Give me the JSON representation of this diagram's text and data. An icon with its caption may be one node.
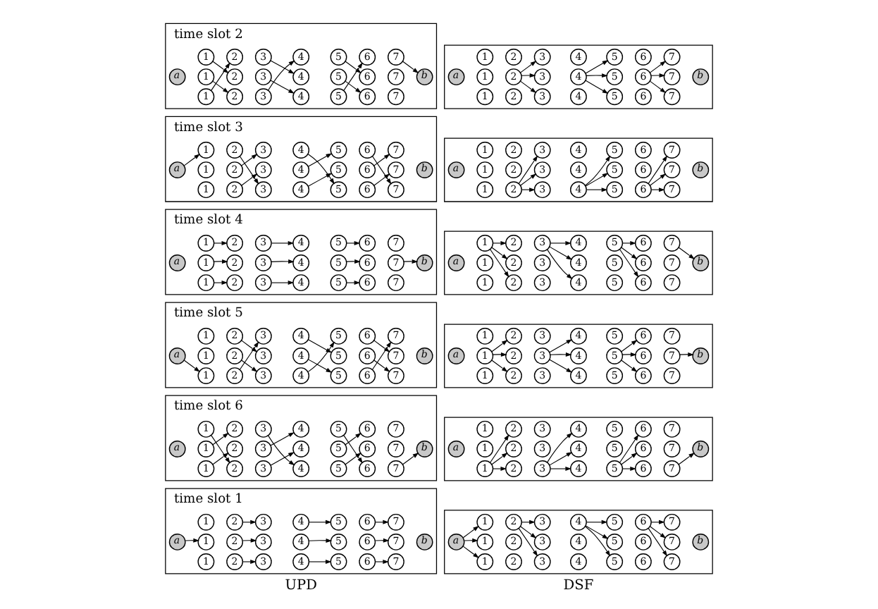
{
  "diagram": {
    "nodes": [
      {
        "text": [],
        "shape": "box",
        "beside": [
          "time slot 1"
        ]
      },
      {
        "text": [
          "a"
        ],
        "in": 0
      },
      {
        "text": [
          "1"
        ],
        "in": 0
      },
      {
        "text": [
          "2"
        ],
        "in": 0
      },
      {
        "text": [
          "3"
        ],
        "in": 0
      },
      {
        "text": [
          "4"
        ],
        "in": 0
      },
      {
        "text": [
          "5"
        ],
        "in": 0
      },
      {
        "text": [
          "6"
        ],
        "in": 0
      },
      {
        "text": [
          "7"
        ],
        "in": 0
      },
      {
        "text": [
          "1"
        ],
        "in": 0
      },
      {
        "text": [
          "2"
        ],
        "in": 0
      },
      {
        "text": [
          "3"
        ],
        "in": 0
      },
      {
        "text": [
          "4"
        ],
        "in": 0
      },
      {
        "text": [
          "5"
        ],
        "in": 0
      },
      {
        "text": [
          "6"
        ],
        "in": 0
      },
      {
        "text": [
          "7"
        ],
        "in": 0
      },
      {
        "text": [
          "1"
        ],
        "in": 0
      },
      {
        "text": [
          "2"
        ],
        "in": 0
      },
      {
        "text": [
          "3"
        ],
        "in": 0
      },
      {
        "text": [
          "4"
        ],
        "in": 0
      },
      {
        "text": [
          "5"
        ],
        "in": 0
      },
      {
        "text": [
          "6"
        ],
        "in": 0
      },
      {
        "text": [
          "7"
        ],
        "in": 0
      },
      {
        "text": [
          "b"
        ],
        "in": 0
      },
      {
        "text": [],
        "shape": "box"
      },
      {
        "text": [
          "a"
        ],
        "in": 24
      },
      {
        "text": [
          "1"
        ],
        "in": 24
      },
      {
        "text": [
          "2"
        ],
        "in": 24
      },
      {
        "text": [
          "3"
        ],
        "in": 24
      },
      {
        "text": [
          "4"
        ],
        "in": 24
      },
      {
        "text": [
          "5"
        ],
        "in": 24
      },
      {
        "text": [
          "6"
        ],
        "in": 24
      },
      {
        "text": [
          "7"
        ],
        "in": 24
      },
      {
        "text": [
          "1"
        ],
        "in": 24
      },
      {
        "text": [
          "2"
        ],
        "in": 24
      },
      {
        "text": [
          "3"
        ],
        "in": 24
      },
      {
        "text": [
          "4"
        ],
        "in": 24
      },
      {
        "text": [
          "5"
        ],
        "in": 24
      },
      {
        "text": [
          "6"
        ],
        "in": 24
      },
      {
        "text": [
          "7"
        ],
        "in": 24
      },
      {
        "text": [
          "1"
        ],
        "in": 24
      },
      {
        "text": [
          "2"
        ],
        "in": 24
      },
      {
        "text": [
          "3"
        ],
        "in": 24
      },
      {
        "text": [
          "4"
        ],
        "in": 24
      },
      {
        "text": [
          "5"
        ],
        "in": 24
      },
      {
        "text": [
          "6"
        ],
        "in": 24
      },
      {
        "text": [
          "7"
        ],
        "in": 24
      },
      {
        "text": [
          "b"
        ],
        "in": 24
      },
      {
        "text": [],
        "shape": "box",
        "beside": [
          "time slot 2"
        ]
      },
      {
        "text": [
          "a"
        ],
        "in": 48
      },
      {
        "text": [
          "1"
        ],
        "in": 48
      },
      {
        "text": [
          "2"
        ],
        "in": 48
      },
      {
        "text": [
          "3"
        ],
        "in": 48
      },
      {
        "text": [
          "4"
        ],
        "in": 48
      },
      {
        "text": [
          "5"
        ],
        "in": 48
      },
      {
        "text": [
          "6"
        ],
        "in": 48
      },
      {
        "text": [
          "7"
        ],
        "in": 48
      },
      {
        "text": [
          "1"
        ],
        "in": 48
      },
      {
        "text": [
          "2"
        ],
        "in": 48
      },
      {
        "text": [
          "3"
        ],
        "in": 48
      },
      {
        "text": [
          "4"
        ],
        "in": 48
      },
      {
        "text": [
          "5"
        ],
        "in": 48
      },
      {
        "text": [
          "6"
        ],
        "in": 48
      },
      {
        "text": [
          "7"
        ],
        "in": 48
      },
      {
        "text": [
          "1"
        ],
        "in": 48
      },
      {
        "text": [
          "2"
        ],
        "in": 48
      },
      {
        "text": [
          "3"
        ],
        "in": 48
      },
      {
        "text": [
          "4"
        ],
        "in": 48
      },
      {
        "text": [
          "5"
        ],
        "in": 48
      },
      {
        "text": [
          "6"
        ],
        "in": 48
      },
      {
        "text": [
          "7"
        ],
        "in": 48
      },
      {
        "text": [
          "b"
        ],
        "in": 48
      },
      {
        "text": [],
        "shape": "box"
      },
      {
        "text": [
          "a"
        ],
        "in": 72
      },
      {
        "text": [
          "1"
        ],
        "in": 72
      },
      {
        "text": [
          "2"
        ],
        "in": 72
      },
      {
        "text": [
          "3"
        ],
        "in": 72
      },
      {
        "text": [
          "4"
        ],
        "in": 72
      },
      {
        "text": [
          "5"
        ],
        "in": 72
      },
      {
        "text": [
          "6"
        ],
        "in": 72
      },
      {
        "text": [
          "7"
        ],
        "in": 72
      },
      {
        "text": [
          "1"
        ],
        "in": 72
      },
      {
        "text": [
          "2"
        ],
        "in": 72
      },
      {
        "text": [
          "3"
        ],
        "in": 72
      },
      {
        "text": [
          "4"
        ],
        "in": 72
      },
      {
        "text": [
          "5"
        ],
        "in": 72
      },
      {
        "text": [
          "6"
        ],
        "in": 72
      },
      {
        "text": [
          "7"
        ],
        "in": 72
      },
      {
        "text": [
          "1"
        ],
        "in": 72
      },
      {
        "text": [
          "2"
        ],
        "in": 72
      },
      {
        "text": [
          "3"
        ],
        "in": 72
      },
      {
        "text": [
          "4"
        ],
        "in": 72
      },
      {
        "text": [
          "5"
        ],
        "in": 72
      },
      {
        "text": [
          "6"
        ],
        "in": 72
      },
      {
        "text": [
          "7"
        ],
        "in": 72
      },
      {
        "text": [
          "b"
        ],
        "in": 72
      },
      {
        "text": [],
        "shape": "box",
        "beside": [
          "time slot 3"
        ]
      },
      {
        "text": [
          "a"
        ],
        "in": 96
      },
      {
        "text": [
          "1"
        ],
        "in": 96
      },
      {
        "text": [
          "2"
        ],
        "in": 96
      },
      {
        "text": [
          "3"
        ],
        "in": 96
      },
      {
        "text": [
          "4"
        ],
        "in": 96
      },
      {
        "text": [
          "5"
        ],
        "in": 96
      },
      {
        "text": [
          "6"
        ],
        "in": 96
      },
      {
        "text": [
          "7"
        ],
        "in": 96
      },
      {
        "text": [
          "1"
        ],
        "in": 96
      },
      {
        "text": [
          "2"
        ],
        "in": 96
      },
      {
        "text": [
          "3"
        ],
        "in": 96
      },
      {
        "text": [
          "4"
        ],
        "in": 96
      },
      {
        "text": [
          "5"
        ],
        "in": 96
      },
      {
        "text": [
          "6"
        ],
        "in": 96
      },
      {
        "text": [
          "7"
        ],
        "in": 96
      },
      {
        "text": [
          "1"
        ],
        "in": 96
      },
      {
        "text": [
          "2"
        ],
        "in": 96
      },
      {
        "text": [
          "3"
        ],
        "in": 96
      },
      {
        "text": [
          "4"
        ],
        "in": 96
      },
      {
        "text": [
          "5"
        ],
        "in": 96
      },
      {
        "text": [
          "6"
        ],
        "in": 96
      },
      {
        "text": [
          "7"
        ],
        "in": 96
      },
      {
        "text": [
          "b"
        ],
        "in": 96
      },
      {
        "text": [],
        "shape": "box"
      },
      {
        "text": [
          "a"
        ],
        "in": 120
      },
      {
        "text": [
          "1"
        ],
        "in": 120
      },
      {
        "text": [
          "2"
        ],
        "in": 120
      },
      {
        "text": [
          "3"
        ],
        "in": 120
      },
      {
        "text": [
          "4"
        ],
        "in": 120
      },
      {
        "text": [
          "5"
        ],
        "in": 120
      },
      {
        "text": [
          "6"
        ],
        "in": 120
      },
      {
        "text": [
          "7"
        ],
        "in": 120
      },
      {
        "text": [
          "1"
        ],
        "in": 120
      },
      {
        "text": [
          "2"
        ],
        "in": 120
      },
      {
        "text": [
          "3"
        ],
        "in": 120
      },
      {
        "text": [
          "4"
        ],
        "in": 120
      },
      {
        "text": [
          "5"
        ],
        "in": 120
      },
      {
        "text": [
          "6"
        ],
        "in": 120
      },
      {
        "text": [
          "7"
        ],
        "in": 120
      },
      {
        "text": [
          "1"
        ],
        "in": 120
      },
      {
        "text": [
          "2"
        ],
        "in": 120
      },
      {
        "text": [
          "3"
        ],
        "in": 120
      },
      {
        "text": [
          "4"
        ],
        "in": 120
      },
      {
        "text": [
          "5"
        ],
        "in": 120
      },
      {
        "text": [
          "6"
        ],
        "in": 120
      },
      {
        "text": [
          "7"
        ],
        "in": 120
      },
      {
        "text": [
          "b"
        ],
        "in": 120
      },
      {
        "text": [],
        "shape": "box",
        "beside": [
          "time slot 4"
        ]
      },
      {
        "text": [
          "a"
        ],
        "in": 144
      },
      {
        "text": [
          "1"
        ],
        "in": 144
      },
      {
        "text": [
          "2"
        ],
        "in": 144
      },
      {
        "text": [
          "3"
        ],
        "in": 144
      },
      {
        "text": [
          "4"
        ],
        "in": 144
      },
      {
        "text": [
          "5"
        ],
        "in": 144
      },
      {
        "text": [
          "6"
        ],
        "in": 144
      },
      {
        "text": [
          "7"
        ],
        "in": 144
      },
      {
        "text": [
          "1"
        ],
        "in": 144
      },
      {
        "text": [
          "2"
        ],
        "in": 144
      },
      {
        "text": [
          "3"
        ],
        "in": 144
      },
      {
        "text": [
          "4"
        ],
        "in": 144
      },
      {
        "text": [
          "5"
        ],
        "in": 144
      },
      {
        "text": [
          "6"
        ],
        "in": 144
      },
      {
        "text": [
          "7"
        ],
        "in": 144
      },
      {
        "text": [
          "1"
        ],
        "in": 144
      },
      {
        "text": [
          "2"
        ],
        "in": 144
      },
      {
        "text": [
          "3"
        ],
        "in": 144
      },
      {
        "text": [
          "4"
        ],
        "in": 144
      },
      {
        "text": [
          "5"
        ],
        "in": 144
      },
      {
        "text": [
          "6"
        ],
        "in": 144
      },
      {
        "text": [
          "7"
        ],
        "in": 144
      },
      {
        "text": [
          "b"
        ],
        "in": 144
      },
      {
        "text": [],
        "shape": "box"
      },
      {
        "text": [
          "a"
        ],
        "in": 168
      },
      {
        "text": [
          "1"
        ],
        "in": 168
      },
      {
        "text": [
          "2"
        ],
        "in": 168
      },
      {
        "text": [
          "3"
        ],
        "in": 168
      },
      {
        "text": [
          "4"
        ],
        "in": 168
      },
      {
        "text": [
          "5"
        ],
        "in": 168
      },
      {
        "text": [
          "6"
        ],
        "in": 168
      },
      {
        "text": [
          "7"
        ],
        "in": 168
      },
      {
        "text": [
          "1"
        ],
        "in": 168
      },
      {
        "text": [
          "2"
        ],
        "in": 168
      },
      {
        "text": [
          "3"
        ],
        "in": 168
      },
      {
        "text": [
          "4"
        ],
        "in": 168
      },
      {
        "text": [
          "5"
        ],
        "in": 168
      },
      {
        "text": [
          "6"
        ],
        "in": 168
      },
      {
        "text": [
          "7"
        ],
        "in": 168
      },
      {
        "text": [
          "1"
        ],
        "in": 168
      },
      {
        "text": [
          "2"
        ],
        "in": 168
      },
      {
        "text": [
          "3"
        ],
        "in": 168
      },
      {
        "text": [
          "4"
        ],
        "in": 168
      },
      {
        "text": [
          "5"
        ],
        "in": 168
      },
      {
        "text": [
          "6"
        ],
        "in": 168
      },
      {
        "text": [
          "7"
        ],
        "in": 168
      },
      {
        "text": [
          "b"
        ],
        "in": 168
      },
      {
        "text": [],
        "shape": "box",
        "beside": [
          "time slot 5"
        ]
      },
      {
        "text": [
          "a"
        ],
        "in": 192
      },
      {
        "text": [
          "1"
        ],
        "in": 192
      },
      {
        "text": [
          "2"
        ],
        "in": 192
      },
      {
        "text": [
          "3"
        ],
        "in": 192
      },
      {
        "text": [
          "4"
        ],
        "in": 192
      },
      {
        "text": [
          "5"
        ],
        "in": 192
      },
      {
        "text": [
          "6"
        ],
        "in": 192
      },
      {
        "text": [
          "7"
        ],
        "in": 192
      },
      {
        "text": [
          "1"
        ],
        "in": 192
      },
      {
        "text": [
          "2"
        ],
        "in": 192
      },
      {
        "text": [
          "3"
        ],
        "in": 192
      },
      {
        "text": [
          "4"
        ],
        "in": 192
      },
      {
        "text": [
          "5"
        ],
        "in": 192
      },
      {
        "text": [
          "6"
        ],
        "in": 192
      },
      {
        "text": [
          "7"
        ],
        "in": 192
      },
      {
        "text": [
          "1"
        ],
        "in": 192
      },
      {
        "text": [
          "2"
        ],
        "in": 192
      },
      {
        "text": [
          "3"
        ],
        "in": 192
      },
      {
        "text": [
          "4"
        ],
        "in": 192
      },
      {
        "text": [
          "5"
        ],
        "in": 192
      },
      {
        "text": [
          "6"
        ],
        "in": 192
      },
      {
        "text": [
          "7"
        ],
        "in": 192
      },
      {
        "text": [
          "b"
        ],
        "in": 192
      },
      {
        "text": [],
        "shape": "box"
      },
      {
        "text": [
          "a"
        ],
        "in": 216
      },
      {
        "text": [
          "1"
        ],
        "in": 216
      },
      {
        "text": [
          "2"
        ],
        "in": 216
      },
      {
        "text": [
          "3"
        ],
        "in": 216
      },
      {
        "text": [
          "4"
        ],
        "in": 216
      },
      {
        "text": [
          "5"
        ],
        "in": 216
      },
      {
        "text": [
          "6"
        ],
        "in": 216
      },
      {
        "text": [
          "7"
        ],
        "in": 216
      },
      {
        "text": [
          "1"
        ],
        "in": 216
      },
      {
        "text": [
          "2"
        ],
        "in": 216
      },
      {
        "text": [
          "3"
        ],
        "in": 216
      },
      {
        "text": [
          "4"
        ],
        "in": 216
      },
      {
        "text": [
          "5"
        ],
        "in": 216
      },
      {
        "text": [
          "6"
        ],
        "in": 216
      },
      {
        "text": [
          "7"
        ],
        "in": 216
      },
      {
        "text": [
          "1"
        ],
        "in": 216
      },
      {
        "text": [
          "2"
        ],
        "in": 216
      },
      {
        "text": [
          "3"
        ],
        "in": 216
      },
      {
        "text": [
          "4"
        ],
        "in": 216
      },
      {
        "text": [
          "5"
        ],
        "in": 216
      },
      {
        "text": [
          "6"
        ],
        "in": 216
      },
      {
        "text": [
          "7"
        ],
        "in": 216
      },
      {
        "text": [
          "b"
        ],
        "in": 216
      },
      {
        "text": [],
        "shape": "box",
        "beside": [
          "time slot 6"
        ]
      },
      {
        "text": [
          "a"
        ],
        "in": 240
      },
      {
        "text": [
          "1"
        ],
        "in": 240
      },
      {
        "text": [
          "2"
        ],
        "in": 240
      },
      {
        "text": [
          "3"
        ],
        "in": 240
      },
      {
        "text": [
          "4"
        ],
        "in": 240
      },
      {
        "text": [
          "5"
        ],
        "in": 240
      },
      {
        "text": [
          "6"
        ],
        "in": 240
      },
      {
        "text": [
          "7"
        ],
        "in": 240
      },
      {
        "text": [
          "1"
        ],
        "in": 240
      },
      {
        "text": [
          "2"
        ],
        "in": 240
      },
      {
        "text": [
          "3"
        ],
        "in": 240
      },
      {
        "text": [
          "4"
        ],
        "in": 240
      },
      {
        "text": [
          "5"
        ],
        "in": 240
      },
      {
        "text": [
          "6"
        ],
        "in": 240
      },
      {
        "text": [
          "7"
        ],
        "in": 240
      },
      {
        "text": [
          "1"
        ],
        "in": 240
      },
      {
        "text": [
          "2"
        ],
        "in": 240
      },
      {
        "text": [
          "3"
        ],
        "in": 240
      },
      {
        "text": [
          "4"
        ],
        "in": 240
      },
      {
        "text": [
          "5"
        ],
        "in": 240
      },
      {
        "text": [
          "6"
        ],
        "in": 240
      },
      {
        "text": [
          "7"
        ],
        "in": 240
      },
      {
        "text": [
          "b"
        ],
        "in": 240
      },
      {
        "text": [],
        "shape": "box"
      },
      {
        "text": [
          "a"
        ],
        "in": 264
      },
      {
        "text": [
          "1"
        ],
        "in": 264
      },
      {
        "text": [
          "2"
        ],
        "in": 264
      },
      {
        "text": [
          "3"
        ],
        "in": 264
      },
      {
        "text": [
          "4"
        ],
        "in": 264
      },
      {
        "text": [
          "5"
        ],
        "in": 264
      },
      {
        "text": [
          "6"
        ],
        "in": 264
      },
      {
        "text": [
          "7"
        ],
        "in": 264
      },
      {
        "text": [
          "1"
        ],
        "in": 264
      },
      {
        "text": [
          "2"
        ],
        "in": 264
      },
      {
        "text": [
          "3"
        ],
        "in": 264
      },
      {
        "text": [
          "4"
        ],
        "in": 264
      },
      {
        "text": [
          "5"
        ],
        "in": 264
      },
      {
        "text": [
          "6"
        ],
        "in": 264
      },
      {
        "text": [
          "7"
        ],
        "in": 264
      },
      {
        "text": [
          "1"
        ],
        "in": 264
      },
      {
        "text": [
          "2"
        ],
        "in": 264
      },
      {
        "text": [
          "3"
        ],
        "in": 264
      },
      {
        "text": [
          "4"
        ],
        "in": 264
      },
      {
        "text": [
          "5"
        ],
        "in": 264
      },
      {
        "text": [
          "6"
        ],
        "in": 264
      },
      {
        "text": [
          "7"
        ],
        "in": 264
      },
      {
        "text": [
          "b"
        ],
        "in": 264
      }
    ],
    "edges": [
      {
        "from": 1,
        "to": 9,
        "arrow": "to"
      },
      {
        "from": 3,
        "to": 4,
        "arrow": "to"
      },
      {
        "from": 10,
        "to": 11,
        "arrow": "to"
      },
      {
        "from": 17,
        "to": 18,
        "arrow": "to"
      },
      {
        "from": 5,
        "to": 6,
        "arrow": "to"
      },
      {
        "from": 12,
        "to": 13,
        "arrow": "to"
      },
      {
        "from": 19,
        "to": 20,
        "arrow": "to"
      },
      {
        "from": 7,
        "to": 8,
        "arrow": "to"
      },
      {
        "from": 14,
        "to": 15,
        "arrow": "to"
      },
      {
        "from": 21,
        "to": 22,
        "arrow": "to"
      },
      {
        "from": 25,
        "to": 26,
        "arrow": "to"
      },
      {
        "from": 25,
        "to": 33,
        "arrow": "to"
      },
      {
        "from": 25,
        "to": 40,
        "arrow": "to"
      },
      {
        "from": 41,
        "to": 28,
        "arrow": "to"
      },
      {
        "from": 41,
        "to": 35,
        "arrow": "to"
      },
      {
        "from": 41,
        "to": 42,
        "arrow": "to"
      },
      {
        "from": 43,
        "to": 30,
        "arrow": "to"
      },
      {
        "from": 43,
        "to": 37,
        "arrow": "to"
      },
      {
        "from": 43,
        "to": 44,
        "arrow": "to"
      },
      {
        "from": 45,
        "to": 32,
        "arrow": "to"
      },
      {
        "from": 45,
        "to": 39,
        "arrow": "to"
      },
      {
        "from": 45,
        "to": 46,
        "arrow": "to"
      },
      {
        "from": 50,
        "to": 65,
        "arrow": "to"
      },
      {
        "from": 57,
        "to": 51,
        "arrow": "to"
      },
      {
        "from": 64,
        "to": 58,
        "arrow": "to"
      },
      {
        "from": 52,
        "to": 67,
        "arrow": "to"
      },
      {
        "from": 59,
        "to": 53,
        "arrow": "to"
      },
      {
        "from": 66,
        "to": 60,
        "arrow": "to"
      },
      {
        "from": 54,
        "to": 69,
        "arrow": "to"
      },
      {
        "from": 61,
        "to": 55,
        "arrow": "to"
      },
      {
        "from": 68,
        "to": 62,
        "arrow": "to"
      },
      {
        "from": 70,
        "to": 71,
        "arrow": "to"
      },
      {
        "from": 82,
        "to": 76,
        "arrow": "to"
      },
      {
        "from": 82,
        "to": 83,
        "arrow": "to"
      },
      {
        "from": 82,
        "to": 90,
        "arrow": "to"
      },
      {
        "from": 84,
        "to": 78,
        "arrow": "to"
      },
      {
        "from": 84,
        "to": 85,
        "arrow": "to"
      },
      {
        "from": 84,
        "to": 92,
        "arrow": "to"
      },
      {
        "from": 86,
        "to": 80,
        "arrow": "to"
      },
      {
        "from": 86,
        "to": 87,
        "arrow": "to"
      },
      {
        "from": 86,
        "to": 94,
        "arrow": "to"
      },
      {
        "from": 97,
        "to": 112,
        "arrow": "to"
      },
      {
        "from": 99,
        "to": 107,
        "arrow": "to"
      },
      {
        "from": 106,
        "to": 114,
        "arrow": "to"
      },
      {
        "from": 113,
        "to": 100,
        "arrow": "to"
      },
      {
        "from": 101,
        "to": 109,
        "arrow": "to"
      },
      {
        "from": 108,
        "to": 116,
        "arrow": "to"
      },
      {
        "from": 115,
        "to": 102,
        "arrow": "to"
      },
      {
        "from": 103,
        "to": 111,
        "arrow": "to"
      },
      {
        "from": 110,
        "to": 118,
        "arrow": "to"
      },
      {
        "from": 117,
        "to": 104,
        "arrow": "to"
      },
      {
        "from": 123,
        "to": 124,
        "arrow": "to"
      },
      {
        "from": 123,
        "to": 131,
        "arrow": "to"
      },
      {
        "from": 123,
        "to": 138,
        "arrow": "to"
      },
      {
        "from": 125,
        "to": 126,
        "arrow": "to"
      },
      {
        "from": 125,
        "to": 133,
        "arrow": "to"
      },
      {
        "from": 125,
        "to": 140,
        "arrow": "to"
      },
      {
        "from": 127,
        "to": 128,
        "arrow": "to"
      },
      {
        "from": 127,
        "to": 135,
        "arrow": "to"
      },
      {
        "from": 127,
        "to": 142,
        "arrow": "to"
      },
      {
        "from": 146,
        "to": 147,
        "arrow": "to"
      },
      {
        "from": 153,
        "to": 154,
        "arrow": "to"
      },
      {
        "from": 160,
        "to": 161,
        "arrow": "to"
      },
      {
        "from": 148,
        "to": 149,
        "arrow": "to"
      },
      {
        "from": 155,
        "to": 156,
        "arrow": "to"
      },
      {
        "from": 162,
        "to": 163,
        "arrow": "to"
      },
      {
        "from": 150,
        "to": 151,
        "arrow": "to"
      },
      {
        "from": 157,
        "to": 158,
        "arrow": "to"
      },
      {
        "from": 164,
        "to": 165,
        "arrow": "to"
      },
      {
        "from": 159,
        "to": 167,
        "arrow": "to"
      },
      {
        "from": 184,
        "to": 171,
        "arrow": "to"
      },
      {
        "from": 184,
        "to": 178,
        "arrow": "to"
      },
      {
        "from": 184,
        "to": 185,
        "arrow": "to"
      },
      {
        "from": 186,
        "to": 173,
        "arrow": "to"
      },
      {
        "from": 186,
        "to": 180,
        "arrow": "to"
      },
      {
        "from": 186,
        "to": 187,
        "arrow": "to"
      },
      {
        "from": 188,
        "to": 175,
        "arrow": "to"
      },
      {
        "from": 188,
        "to": 182,
        "arrow": "to"
      },
      {
        "from": 188,
        "to": 189,
        "arrow": "to"
      },
      {
        "from": 190,
        "to": 191,
        "arrow": "to"
      },
      {
        "from": 193,
        "to": 194,
        "arrow": "to"
      },
      {
        "from": 195,
        "to": 210,
        "arrow": "to"
      },
      {
        "from": 202,
        "to": 196,
        "arrow": "to"
      },
      {
        "from": 209,
        "to": 203,
        "arrow": "to"
      },
      {
        "from": 197,
        "to": 212,
        "arrow": "to"
      },
      {
        "from": 204,
        "to": 198,
        "arrow": "to"
      },
      {
        "from": 211,
        "to": 205,
        "arrow": "to"
      },
      {
        "from": 199,
        "to": 214,
        "arrow": "to"
      },
      {
        "from": 206,
        "to": 200,
        "arrow": "to"
      },
      {
        "from": 213,
        "to": 207,
        "arrow": "to"
      },
      {
        "from": 225,
        "to": 219,
        "arrow": "to"
      },
      {
        "from": 225,
        "to": 226,
        "arrow": "to"
      },
      {
        "from": 225,
        "to": 233,
        "arrow": "to"
      },
      {
        "from": 227,
        "to": 221,
        "arrow": "to"
      },
      {
        "from": 227,
        "to": 228,
        "arrow": "to"
      },
      {
        "from": 227,
        "to": 235,
        "arrow": "to"
      },
      {
        "from": 229,
        "to": 223,
        "arrow": "to"
      },
      {
        "from": 229,
        "to": 230,
        "arrow": "to"
      },
      {
        "from": 229,
        "to": 237,
        "arrow": "to"
      },
      {
        "from": 231,
        "to": 239,
        "arrow": "to"
      },
      {
        "from": 242,
        "to": 250,
        "arrow": "to"
      },
      {
        "from": 249,
        "to": 257,
        "arrow": "to"
      },
      {
        "from": 256,
        "to": 243,
        "arrow": "to"
      },
      {
        "from": 244,
        "to": 252,
        "arrow": "to"
      },
      {
        "from": 251,
        "to": 259,
        "arrow": "to"
      },
      {
        "from": 258,
        "to": 245,
        "arrow": "to"
      },
      {
        "from": 246,
        "to": 254,
        "arrow": "to"
      },
      {
        "from": 253,
        "to": 261,
        "arrow": "to"
      },
      {
        "from": 260,
        "to": 247,
        "arrow": "to"
      },
      {
        "from": 248,
        "to": 263,
        "arrow": "to"
      },
      {
        "from": 266,
        "to": 267,
        "arrow": "to"
      },
      {
        "from": 266,
        "to": 274,
        "arrow": "to"
      },
      {
        "from": 266,
        "to": 281,
        "arrow": "to"
      },
      {
        "from": 268,
        "to": 269,
        "arrow": "to"
      },
      {
        "from": 268,
        "to": 276,
        "arrow": "to"
      },
      {
        "from": 268,
        "to": 283,
        "arrow": "to"
      },
      {
        "from": 270,
        "to": 271,
        "arrow": "to"
      },
      {
        "from": 270,
        "to": 278,
        "arrow": "to"
      },
      {
        "from": 270,
        "to": 285,
        "arrow": "to"
      },
      {
        "from": 272,
        "to": 287,
        "arrow": "to"
      }
    ],
    "labels": [
      "UPD",
      "DSF"
    ]
  }
}
